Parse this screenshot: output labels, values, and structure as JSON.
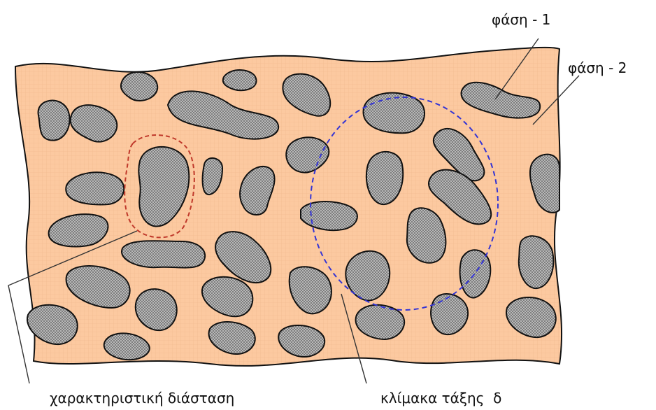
{
  "labels": {
    "phase_1": "φάση - 1",
    "phase_2": "φάση - 2",
    "characteristic_dimension": "χαρακτηριστική διάσταση",
    "order_scale": "κλίμακα τάξης  δ"
  },
  "colors": {
    "phase_2_fill": "#fcc9a0",
    "phase_1_fill": "#a9a9a9",
    "outline": "#111111",
    "characteristic_dimension_circle": "#c0392b",
    "order_scale_circle": "#3434d4",
    "leader_line": "#333333"
  }
}
